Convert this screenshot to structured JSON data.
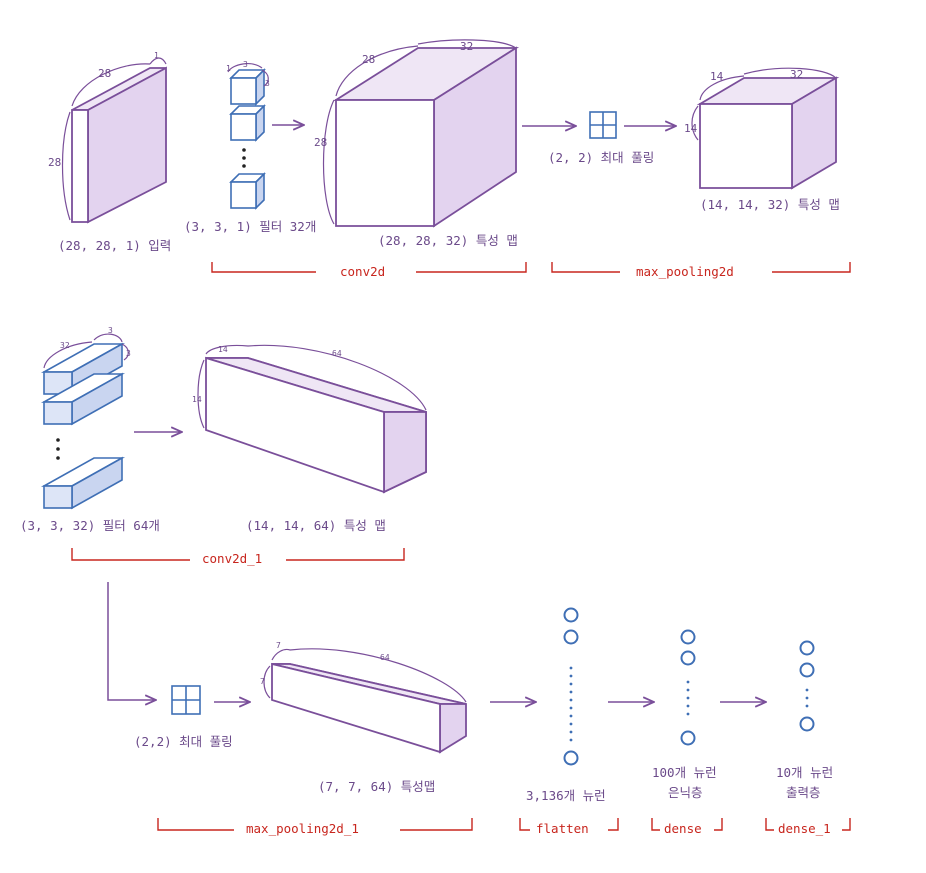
{
  "labels": {
    "input": "(28, 28, 1) 입력",
    "filter32": "(3, 3, 1) 필터 32개",
    "fmap1": "(28, 28, 32) 특성 맵",
    "pool1": "(2, 2) 최대 풀링",
    "fmap2": "(14, 14, 32) 특성 맵",
    "filter64": "(3, 3, 32) 필터 64개",
    "fmap3": "(14, 14, 64) 특성 맵",
    "pool2": "(2,2) 최대 풀링",
    "fmap4": "(7, 7, 64) 특성맵",
    "flatten_neurons": "3,136개 뉴런",
    "dense_neurons": "100개 뉴런",
    "dense_role": "은닉층",
    "output_neurons": "10개 뉴런",
    "output_role": "출력층"
  },
  "dims": {
    "input_w": "28",
    "input_h": "28",
    "input_d": "1",
    "filter32_a": "1",
    "filter32_b": "3",
    "filter32_c": "3",
    "fmap1_w": "28",
    "fmap1_d": "32",
    "fmap1_h": "28",
    "fmap2_w": "14",
    "fmap2_d": "32",
    "fmap2_h": "14",
    "filter64_a": "32",
    "filter64_b": "3",
    "filter64_c": "3",
    "fmap3_w": "14",
    "fmap3_d": "64",
    "fmap3_h": "14",
    "fmap4_w": "7",
    "fmap4_d": "64",
    "fmap4_h": "7"
  },
  "layers": {
    "conv2d": "conv2d",
    "max_pooling2d": "max_pooling2d",
    "conv2d_1": "conv2d_1",
    "max_pooling2d_1": "max_pooling2d_1",
    "flatten": "flatten",
    "dense": "dense",
    "dense_1": "dense_1"
  },
  "colors": {
    "accent_purple": "#7a4f9a",
    "filter_blue": "#3f6fb5",
    "layer_red": "#c8261e"
  }
}
